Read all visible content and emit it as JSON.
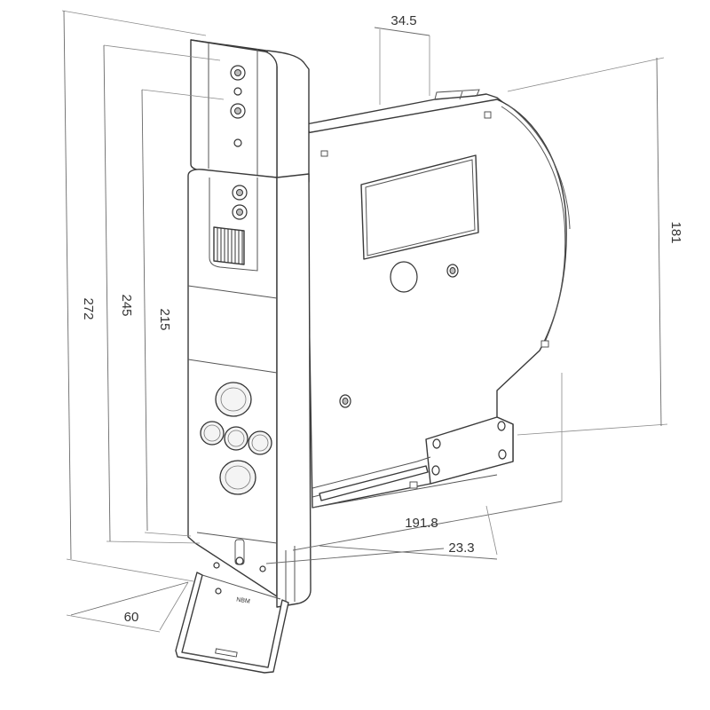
{
  "dimensions": {
    "total_height": "272",
    "height_245": "245",
    "height_215": "215",
    "top_width": "34.5",
    "side_height": "181",
    "depth": "191.8",
    "offset": "23.3",
    "front_width": "60"
  },
  "logo_text": "NBM"
}
